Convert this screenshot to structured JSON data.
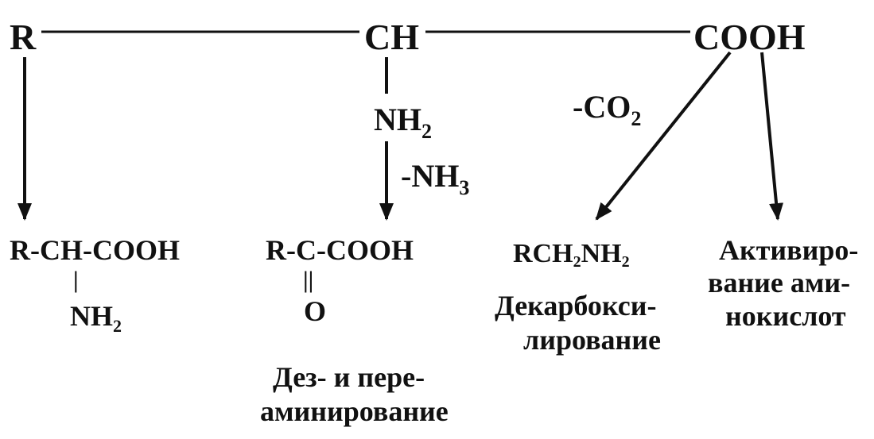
{
  "top": {
    "r": "R",
    "ch": "CH",
    "cooh": "COOH"
  },
  "branch": {
    "nh2_main": "NH",
    "nh2_sub": "2",
    "minus_nh3_main": "-NH",
    "minus_nh3_sub": "3",
    "minus_co2_main": "-CO",
    "minus_co2_sub": "2"
  },
  "products": {
    "amino_acid": {
      "formula": "R-CH-COOH",
      "bond": "|",
      "nh2_main": "NH",
      "nh2_sub": "2"
    },
    "keto_acid": {
      "formula": "R-C-COOH",
      "bond": "||",
      "oxygen": "O",
      "caption_line1": "Дез- и пере-",
      "caption_line2": "аминирование"
    },
    "amine": {
      "f1": "RCH",
      "f2": "2",
      "f3": "NH",
      "f4": "2",
      "caption_line1": "Декарбокси-",
      "caption_line2": "лирование"
    },
    "activation": {
      "line1": "Активиро-",
      "line2": "вание ами-",
      "line3": "нокислот"
    }
  },
  "colors": {
    "ink": "#111111",
    "background": "#ffffff"
  }
}
